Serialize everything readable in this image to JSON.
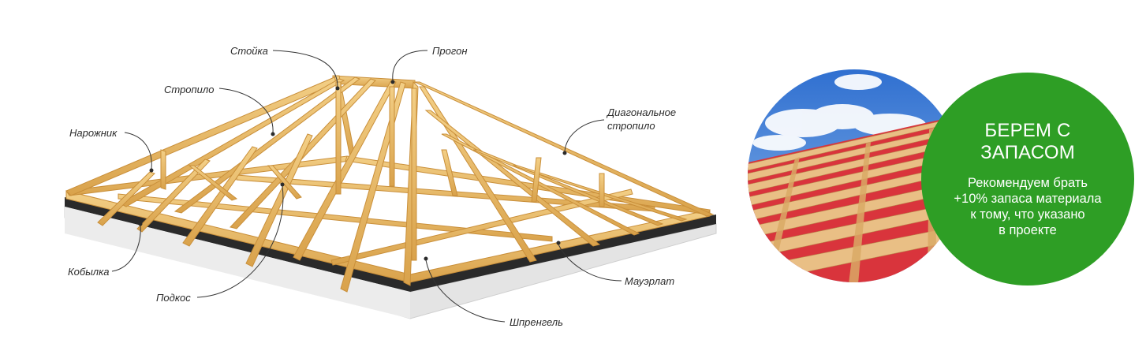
{
  "labels": {
    "stoika": "Стойка",
    "progon": "Прогон",
    "stropilo": "Стропило",
    "diagonal_line1": "Диагональное",
    "diagonal_line2": "стропило",
    "narozhnik": "Нарожник",
    "kobylka": "Кобылка",
    "podkos": "Подкос",
    "mauerlat": "Мауэрлат",
    "shprengel": "Шпренгель"
  },
  "promo": {
    "title": "БЕРЕМ С ЗАПАСОМ",
    "lines": [
      "Рекомендуем брать",
      "+10% запаса материала",
      "к тому, что указано",
      "в  проекте"
    ]
  },
  "colors": {
    "promo_green": "#2e9e25",
    "wood": "#e8b865",
    "wood_dark": "#c98f3a",
    "membrane_red": "#d9343c",
    "sky": "#4f86d6"
  }
}
